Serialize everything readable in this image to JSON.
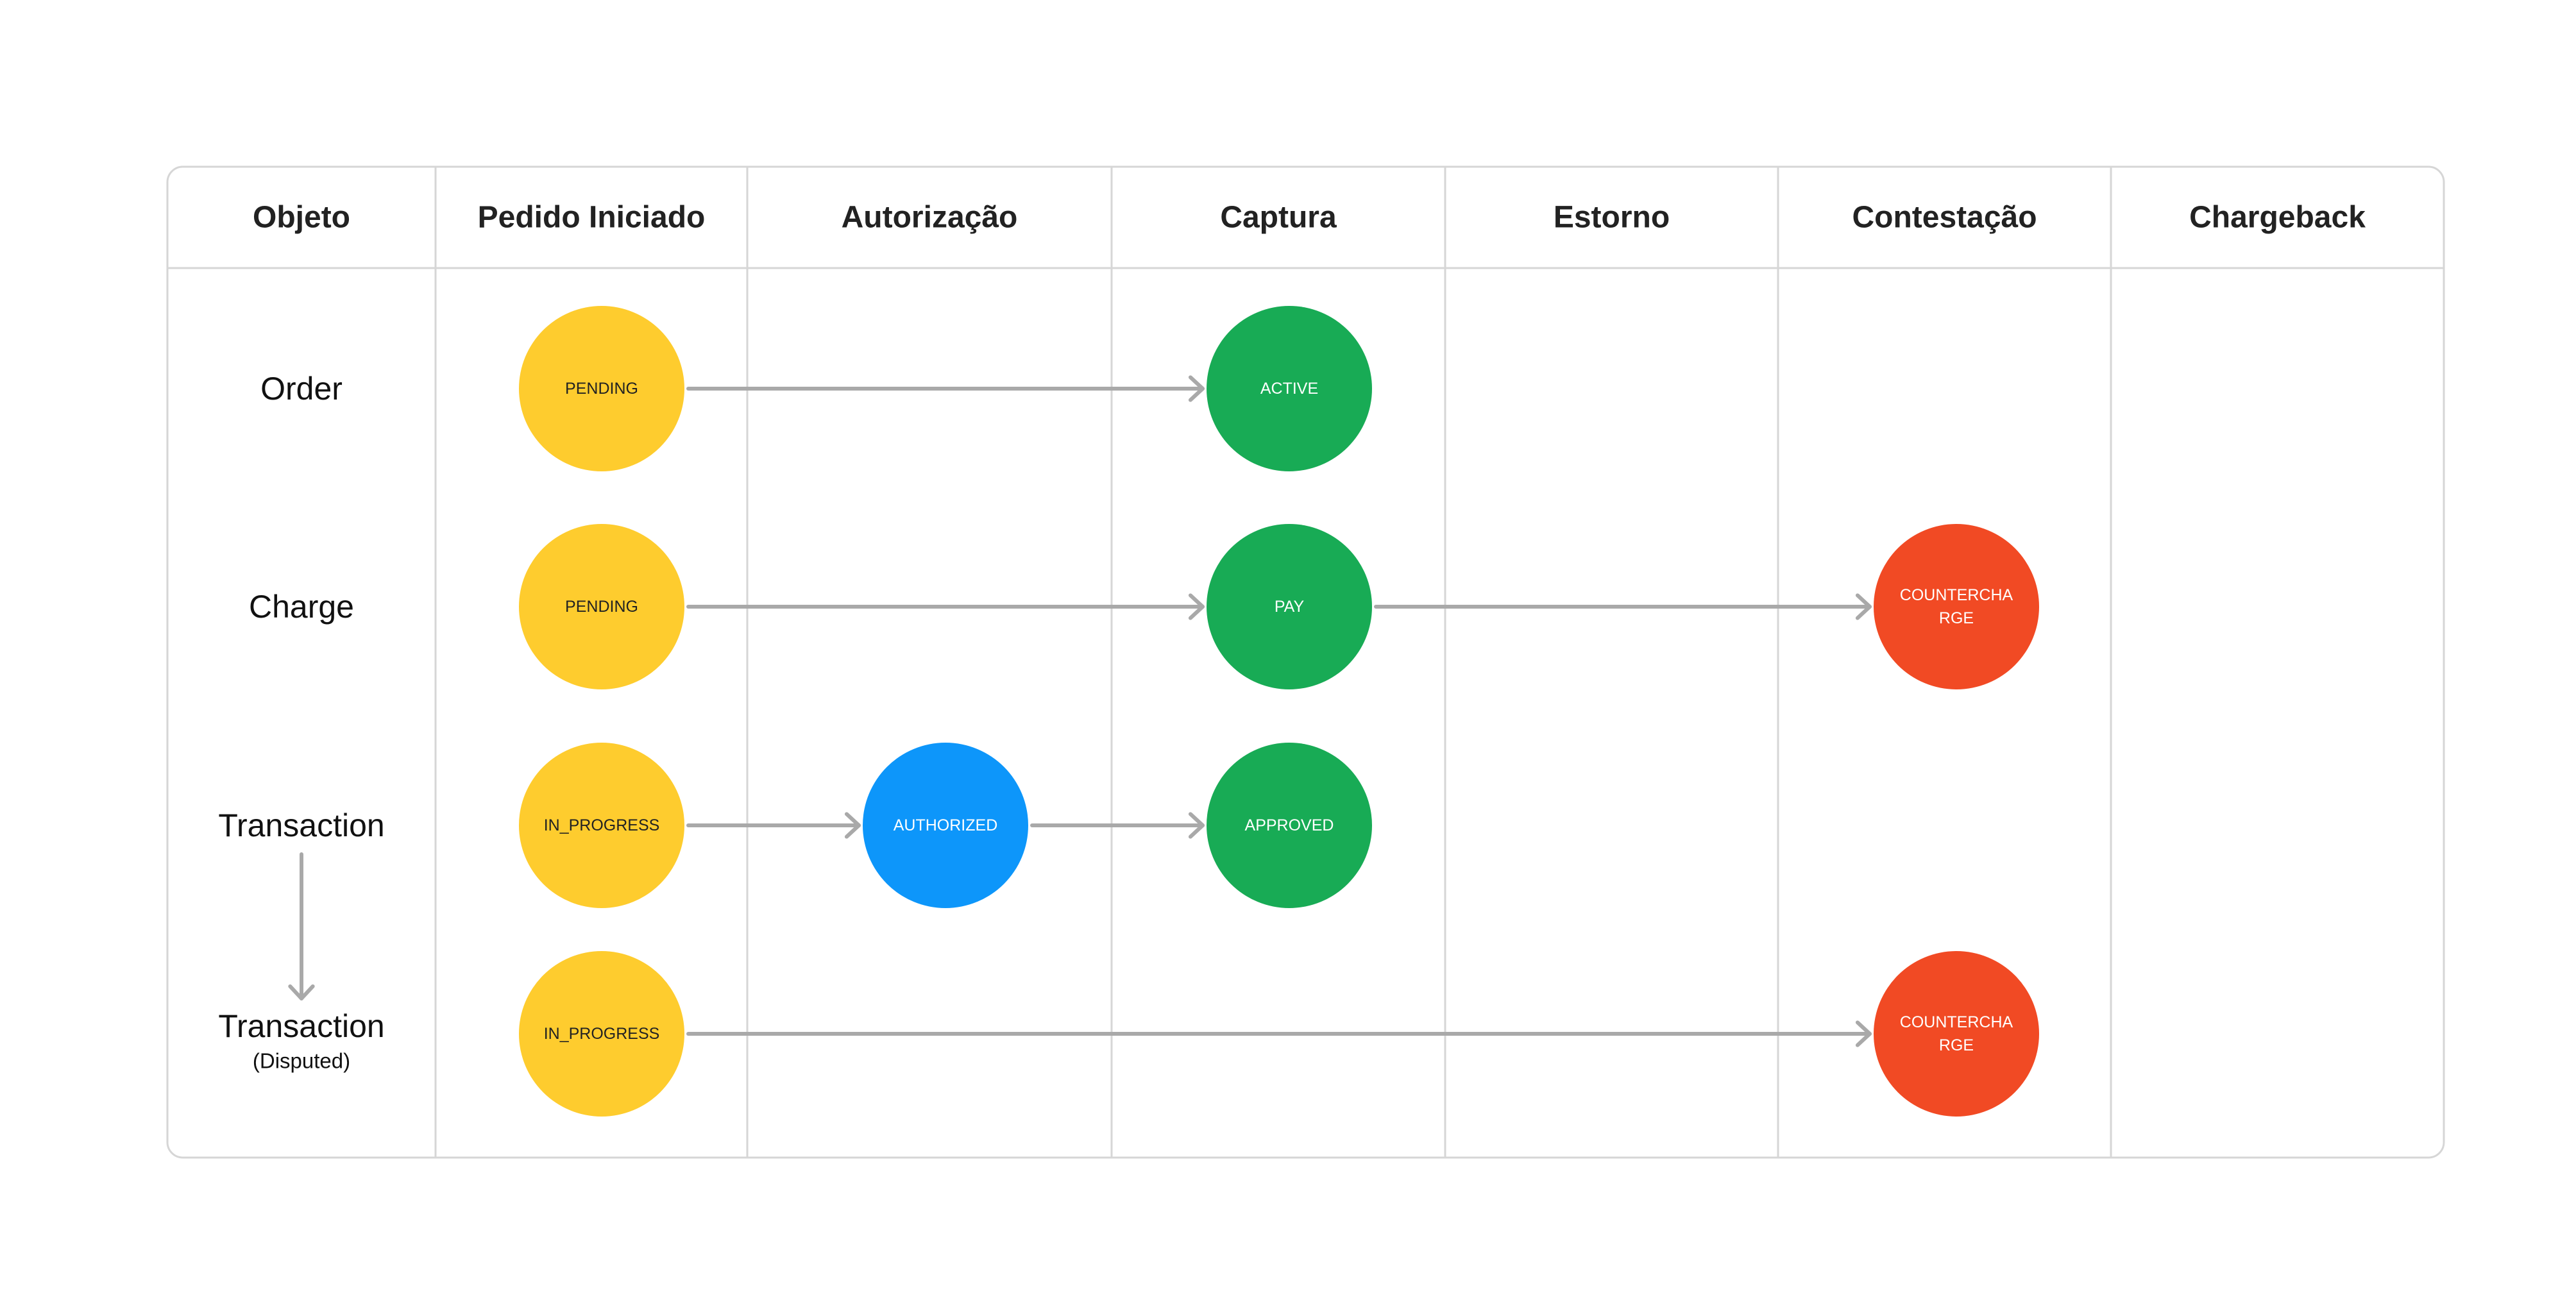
{
  "columns": [
    "Objeto",
    "Pedido Iniciado",
    "Autorização",
    "Captura",
    "Estorno",
    "Contestação",
    "Chargeback"
  ],
  "rows": [
    {
      "label": "Order",
      "sublabel": ""
    },
    {
      "label": "Charge",
      "sublabel": ""
    },
    {
      "label": "Transaction",
      "sublabel": ""
    },
    {
      "label": "Transaction",
      "sublabel": "(Disputed)"
    }
  ],
  "colors": {
    "pending": "#FECC2E",
    "success": "#18AB55",
    "authorized": "#0D96FA",
    "dispute": "#F14A24",
    "arrow": "#A9A9A9",
    "grid": "#D6D6D6"
  },
  "nodes": [
    {
      "id": "order-pending",
      "row": 0,
      "col": 1,
      "lines": [
        "PENDING"
      ],
      "color": "pending",
      "text_color": "#222222"
    },
    {
      "id": "order-active",
      "row": 0,
      "col": 3,
      "lines": [
        "ACTIVE"
      ],
      "color": "success",
      "text_color": "#ffffff"
    },
    {
      "id": "charge-pending",
      "row": 1,
      "col": 1,
      "lines": [
        "PENDING"
      ],
      "color": "pending",
      "text_color": "#222222"
    },
    {
      "id": "charge-pay",
      "row": 1,
      "col": 3,
      "lines": [
        "PAY"
      ],
      "color": "success",
      "text_color": "#ffffff"
    },
    {
      "id": "charge-countercharge",
      "row": 1,
      "col": 5,
      "lines": [
        "COUNTERCHA",
        "RGE"
      ],
      "color": "dispute",
      "text_color": "#ffffff"
    },
    {
      "id": "transaction-in-progress",
      "row": 2,
      "col": 1,
      "lines": [
        "IN_PROGRESS"
      ],
      "color": "pending",
      "text_color": "#222222"
    },
    {
      "id": "transaction-authorized",
      "row": 2,
      "col": 2,
      "lines": [
        "AUTHORIZED"
      ],
      "color": "authorized",
      "text_color": "#ffffff"
    },
    {
      "id": "transaction-approved",
      "row": 2,
      "col": 3,
      "lines": [
        "APPROVED"
      ],
      "color": "success",
      "text_color": "#ffffff"
    },
    {
      "id": "disputed-in-progress",
      "row": 3,
      "col": 1,
      "lines": [
        "IN_PROGRESS"
      ],
      "color": "pending",
      "text_color": "#222222"
    },
    {
      "id": "disputed-countercharge",
      "row": 3,
      "col": 5,
      "lines": [
        "COUNTERCHA",
        "RGE"
      ],
      "color": "dispute",
      "text_color": "#ffffff"
    }
  ],
  "edges": [
    {
      "from": "order-pending",
      "to": "order-active"
    },
    {
      "from": "charge-pending",
      "to": "charge-pay"
    },
    {
      "from": "charge-pay",
      "to": "charge-countercharge"
    },
    {
      "from": "transaction-in-progress",
      "to": "transaction-authorized"
    },
    {
      "from": "transaction-authorized",
      "to": "transaction-approved"
    },
    {
      "from": "disputed-in-progress",
      "to": "disputed-countercharge"
    }
  ],
  "row_links": [
    {
      "from_row": 2,
      "to_row": 3
    }
  ]
}
